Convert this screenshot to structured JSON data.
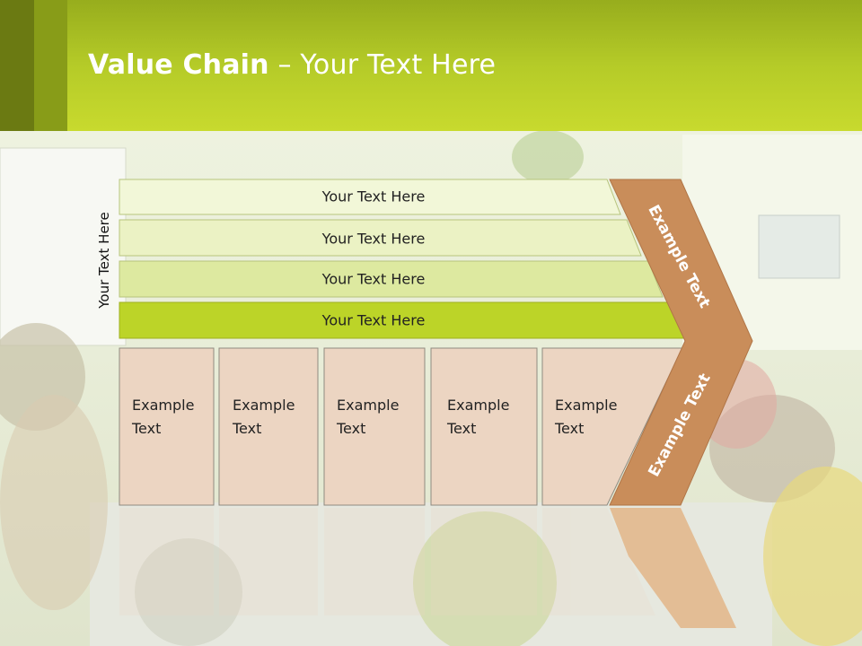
{
  "title": {
    "bold": "Value Chain",
    "rest": " – Your Text Here"
  },
  "vertical_label": "Your Text Here",
  "rows": [
    {
      "label": "Your Text Here"
    },
    {
      "label": "Your Text Here"
    },
    {
      "label": "Your Text Here"
    },
    {
      "label": "Your Text Here"
    }
  ],
  "boxes": [
    {
      "line1": "Example",
      "line2": "Text"
    },
    {
      "line1": "Example",
      "line2": "Text"
    },
    {
      "line1": "Example",
      "line2": "Text"
    },
    {
      "line1": "Example",
      "line2": "Text"
    },
    {
      "line1": "Example",
      "line2": "Text"
    }
  ],
  "chevron": {
    "top_label": "Example Text",
    "bottom_label": "Example Text"
  },
  "colors": {
    "header_dark": "#6b7a12",
    "header_light": "#c4d62a",
    "row_fills": [
      "#f2f7d8",
      "#ebf2c4",
      "#dde9a0",
      "#bcd428"
    ],
    "box_fill": "#ecd5c2",
    "chevron_fill": "#c98d5a"
  }
}
